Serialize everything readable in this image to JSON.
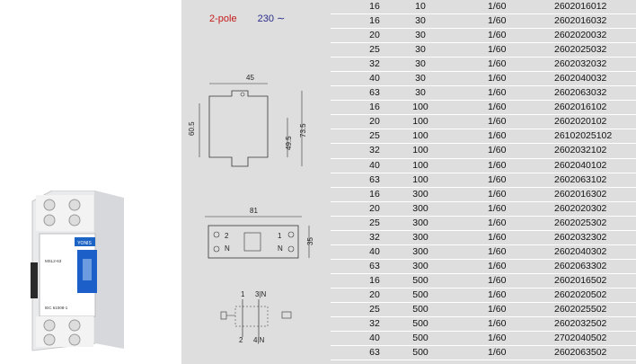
{
  "header": {
    "pole_label": "2-pole",
    "voltage_label": "230",
    "ac_symbol": "∼"
  },
  "drawing": {
    "width_label": "45",
    "height_outer_label": "73.5",
    "height_inner_label": "49.5",
    "height_left_label": "60.5",
    "top_width_label": "81",
    "depth_label": "35",
    "terminal_top_1": "1",
    "terminal_top_3n": "3|N",
    "terminal_bottom_2": "2",
    "terminal_bottom_4n": "4|N",
    "front_labels": [
      "2",
      "N",
      "1",
      "N"
    ]
  },
  "device": {
    "brand": "YONIS",
    "model": "MSL2-63",
    "standard": "IEC 61008-1"
  },
  "table": {
    "rows": [
      [
        "16",
        "10",
        "1/60",
        "2602016012"
      ],
      [
        "16",
        "30",
        "1/60",
        "2602016032"
      ],
      [
        "20",
        "30",
        "1/60",
        "2602020032"
      ],
      [
        "25",
        "30",
        "1/60",
        "2602025032"
      ],
      [
        "32",
        "30",
        "1/60",
        "2602032032"
      ],
      [
        "40",
        "30",
        "1/60",
        "2602040032"
      ],
      [
        "63",
        "30",
        "1/60",
        "2602063032"
      ],
      [
        "16",
        "100",
        "1/60",
        "2602016102"
      ],
      [
        "20",
        "100",
        "1/60",
        "2602020102"
      ],
      [
        "25",
        "100",
        "1/60",
        "26102025102"
      ],
      [
        "32",
        "100",
        "1/60",
        "2602032102"
      ],
      [
        "40",
        "100",
        "1/60",
        "2602040102"
      ],
      [
        "63",
        "100",
        "1/60",
        "2602063102"
      ],
      [
        "16",
        "300",
        "1/60",
        "2602016302"
      ],
      [
        "20",
        "300",
        "1/60",
        "2602020302"
      ],
      [
        "25",
        "300",
        "1/60",
        "2602025302"
      ],
      [
        "32",
        "300",
        "1/60",
        "2602032302"
      ],
      [
        "40",
        "300",
        "1/60",
        "2602040302"
      ],
      [
        "63",
        "300",
        "1/60",
        "2602063302"
      ],
      [
        "16",
        "500",
        "1/60",
        "2602016502"
      ],
      [
        "20",
        "500",
        "1/60",
        "2602020502"
      ],
      [
        "25",
        "500",
        "1/60",
        "2602025502"
      ],
      [
        "32",
        "500",
        "1/60",
        "2602032502"
      ],
      [
        "40",
        "500",
        "1/60",
        "2702040502"
      ],
      [
        "63",
        "500",
        "1/60",
        "2602063502"
      ]
    ]
  }
}
